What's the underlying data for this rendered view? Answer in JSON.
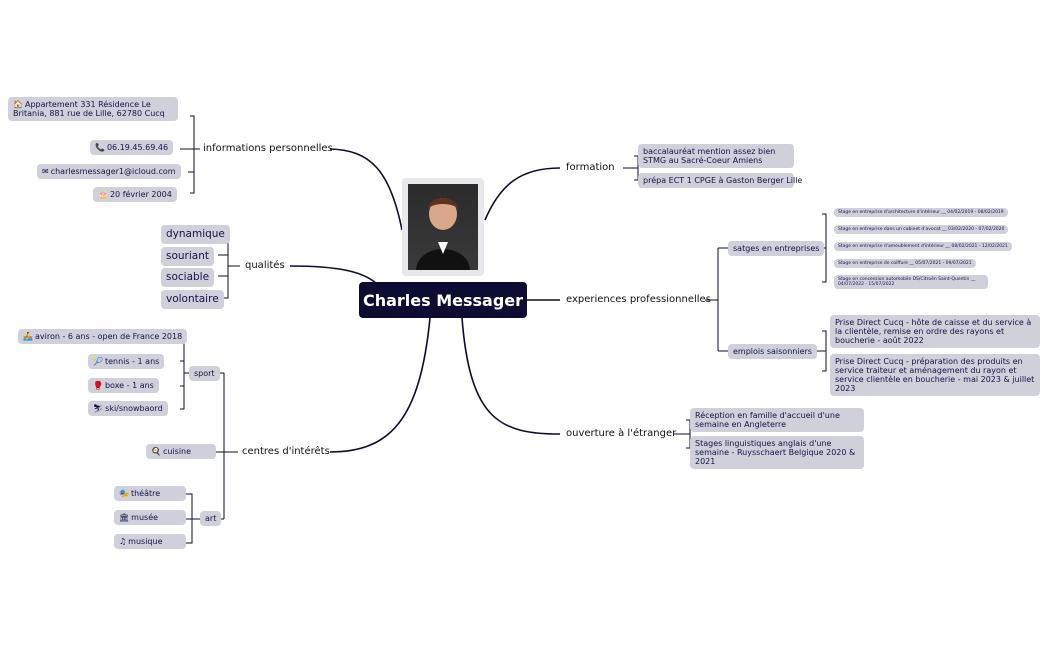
{
  "center": {
    "name": "Charles Messager",
    "photo_icon": "portrait-photo"
  },
  "branches": {
    "infos": "informations personnelles",
    "qualites": "qualités",
    "interets": "centres d'intérêts",
    "formation": "formation",
    "experiences": "experiences professionnelles",
    "etranger": "ouverture à l'étranger"
  },
  "infos": {
    "adresse": "Appartement 331 Résidence Le Britania, 881 rue de Lille, 62780 Cucq",
    "telephone": "06.19.45.69.46",
    "email": "charlesmessager1@icloud.com",
    "naissance": "20 février 2004"
  },
  "qualites": [
    "dynamique",
    "souriant",
    "sociable",
    "volontaire"
  ],
  "interets": {
    "sport_label": "sport",
    "sport": [
      "aviron - 6 ans - open de France 2018",
      "tennis - 1 ans",
      "boxe - 1 ans",
      "ski/snowbaord"
    ],
    "cuisine": "cuisine",
    "art_label": "art",
    "art": [
      "théâtre",
      "musée",
      "musique"
    ]
  },
  "formation": [
    "baccalauréat mention assez bien STMG au Sacré-Coeur Amiens",
    "prépa ECT 1 CPGE à Gaston Berger Lille"
  ],
  "experiences": {
    "stages_label": "satges en entreprises",
    "stages": [
      "Stage en entreprise d'architecture d'intérieur __ 04/02/2019 - 08/02/2019",
      "Stage en entreprise dans un cabinet d'avocat __ 03/02/2020 - 07/02/2020",
      "Stage en entreprise d'ameublement d'intérieur __ 08/02/2021 - 12/02/2021",
      "Stage en entreprise de coiffure __ 05/07/2021 - 09/07/2021",
      "Stage en concession automobile DS/Citroën Saint-Quentin __ 04/07/2022 - 15/07/2022"
    ],
    "emplois_label": "emplois saisonniers",
    "emplois": [
      "Prise Direct Cucq - hôte de caisse et du service à la clientèle, remise en ordre des rayons et boucherie - août 2022",
      "Prise Direct Cucq - préparation des produits en service traiteur et aménagement du rayon et service clientèle en boucherie - mai 2023 & juillet 2023"
    ]
  },
  "etranger": [
    "Réception en famille d'accueil d'une semaine en Angleterre",
    "Stages linguistiques anglais d'une semaine - Ruysschaert Belgique 2020 & 2021"
  ],
  "icons": {
    "house": "house-icon",
    "phone": "phone-icon",
    "mail": "mail-icon",
    "cake": "cake-icon",
    "boat": "rowing-boat-icon",
    "tennis": "tennis-ball-icon",
    "boxing": "boxing-glove-icon",
    "ski": "skier-icon",
    "cooking": "cooking-icon",
    "theatre": "theatre-masks-icon",
    "museum": "museum-icon",
    "music": "music-note-icon"
  }
}
